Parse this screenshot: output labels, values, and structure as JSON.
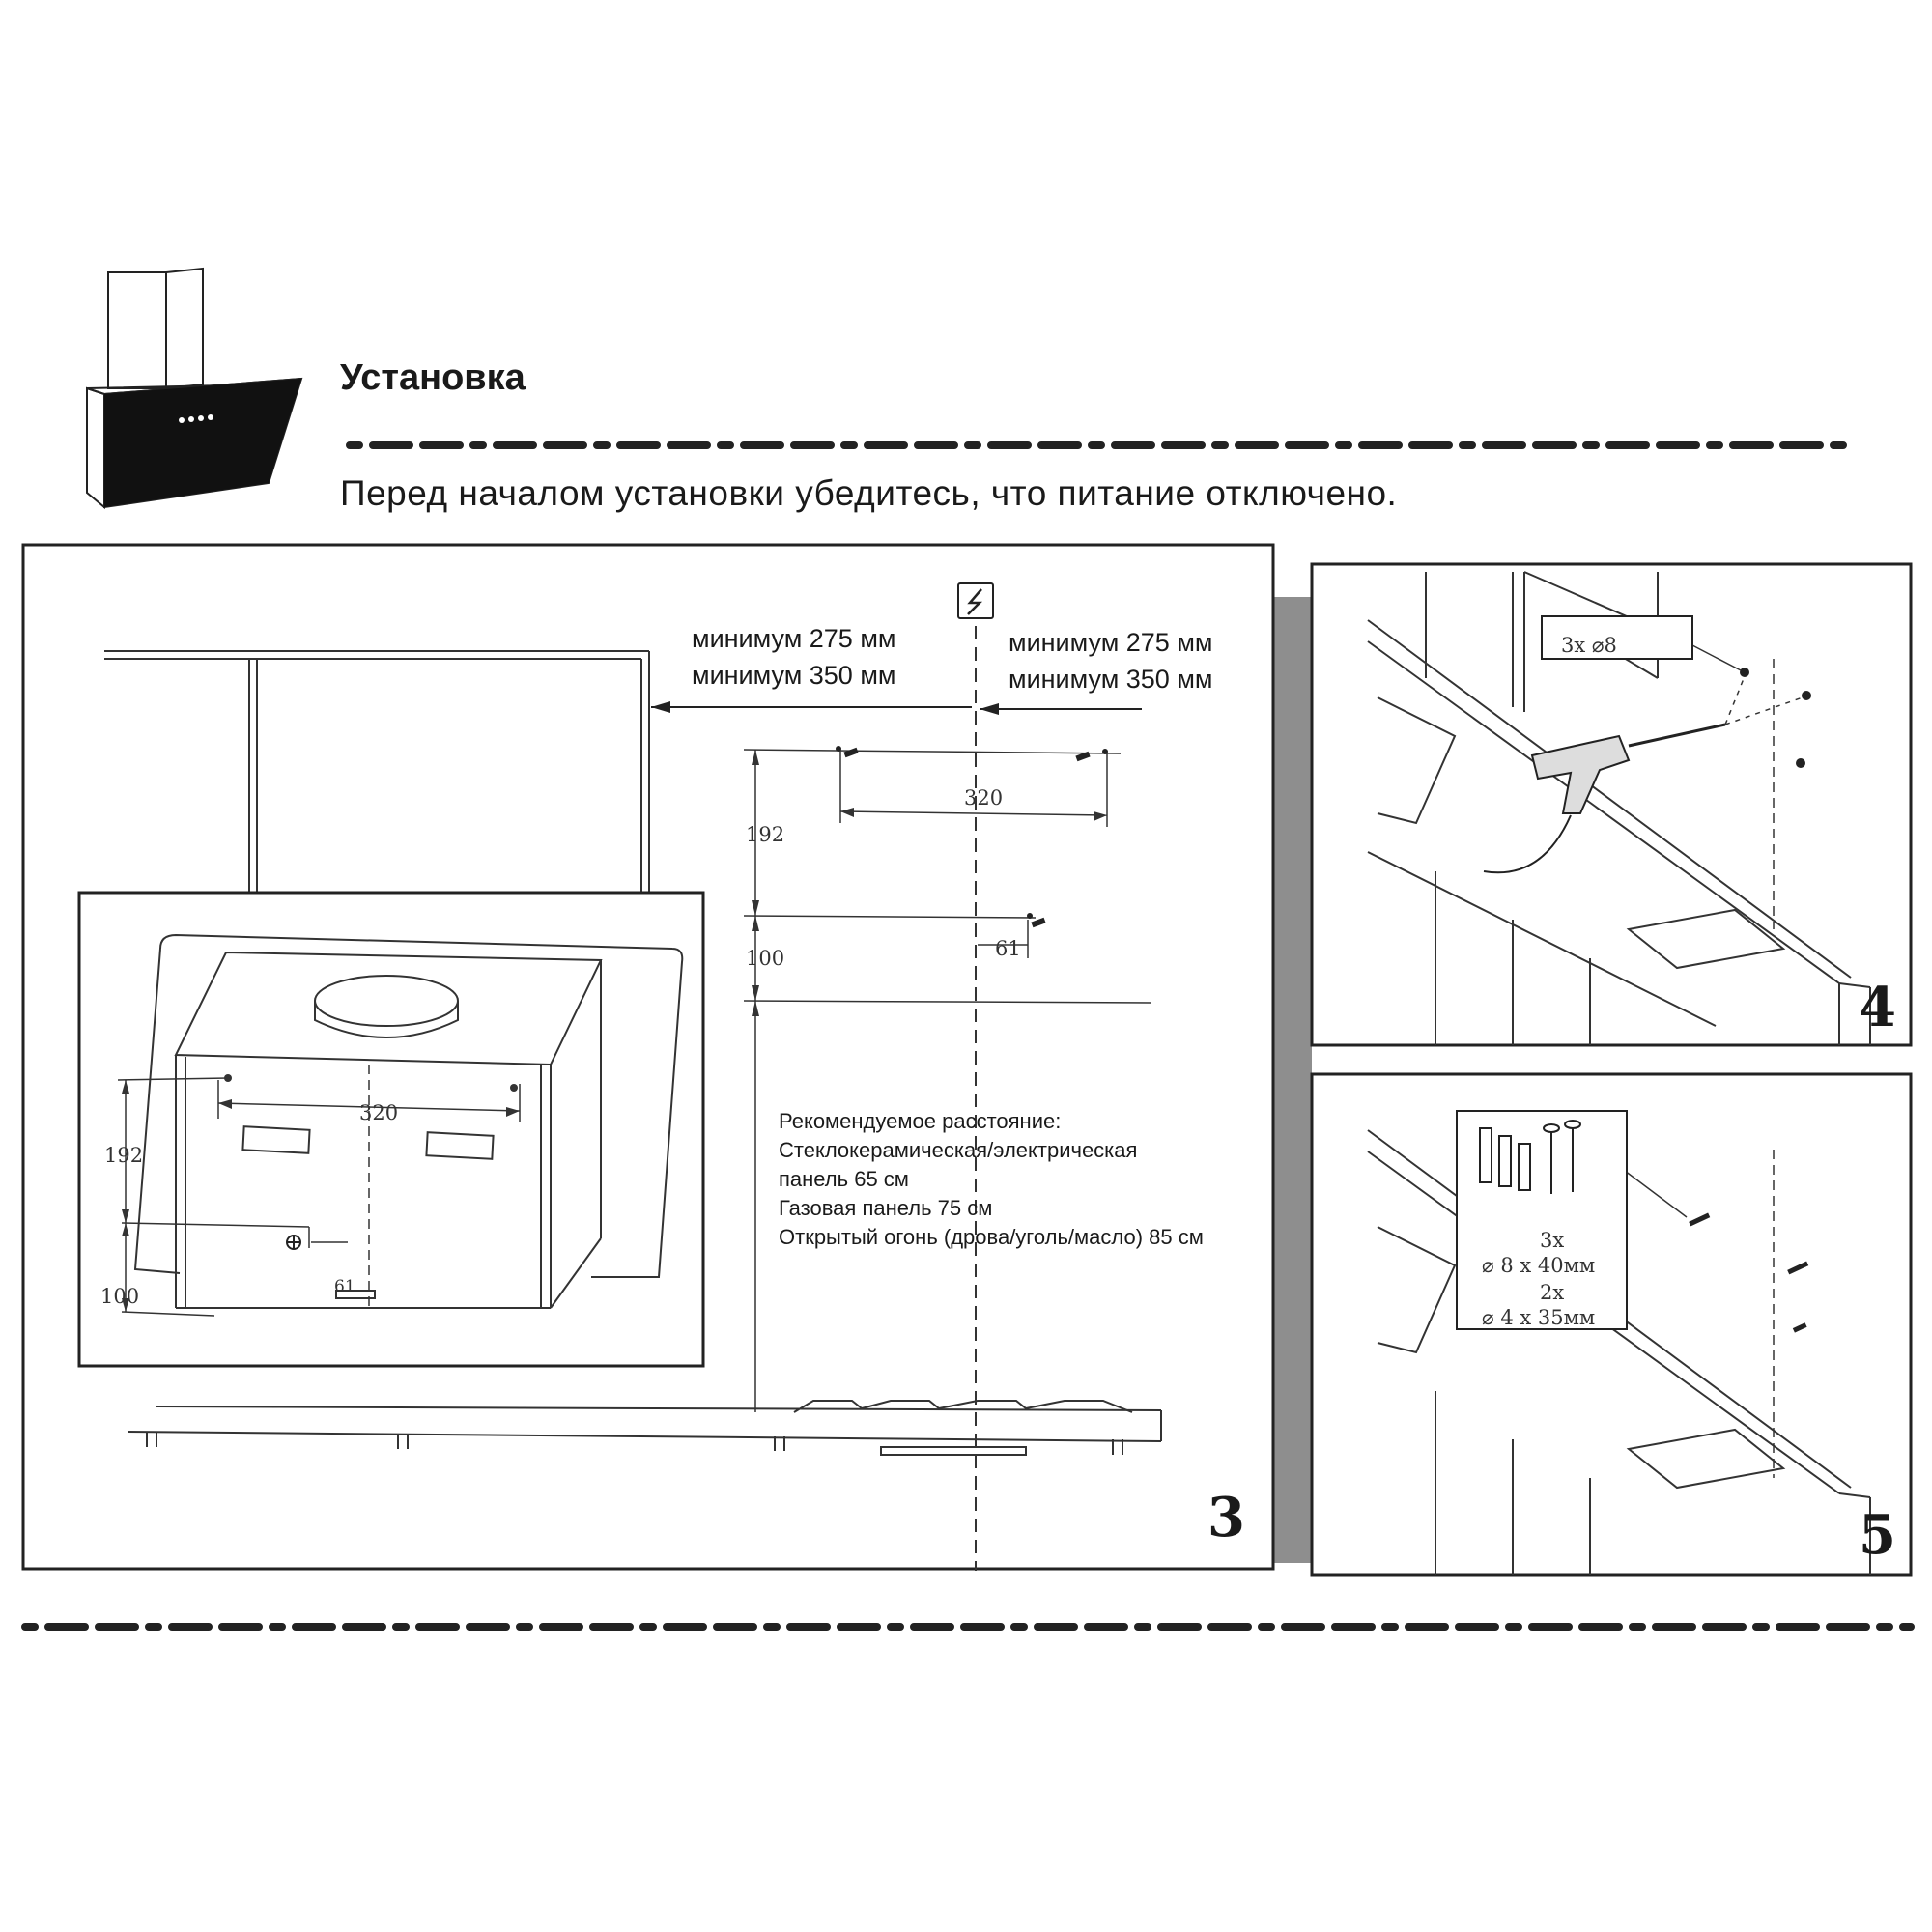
{
  "header": {
    "title": "Установка",
    "intro": "Перед началом установки убедитесь, что питание отключено."
  },
  "panel3": {
    "number": "3",
    "min_left": [
      "минимум 275 мм",
      "минимум 350 мм"
    ],
    "min_right": [
      "минимум 275 мм",
      "минимум 350 мм"
    ],
    "dims": {
      "width_top": "320",
      "height_top": "192",
      "height_lower": "100",
      "offset": "61",
      "inset_width": "320",
      "inset_height_top": "192",
      "inset_height_lower": "100",
      "inset_offset": "61"
    },
    "recommend": {
      "title": "Рекомендуемое расстояние:",
      "line1": "Стеклокерамическая/электрическая",
      "line2": "панель 65 см",
      "line3": "Газовая панель 75 см",
      "line4": "Открытый огонь (дрова/уголь/масло) 85 см"
    }
  },
  "panel4": {
    "number": "4",
    "drill_label": "3x ⌀8"
  },
  "panel5": {
    "number": "5",
    "qty1": "3x",
    "size1": "⌀ 8 x 40мм",
    "qty2": "2x",
    "size2": "⌀ 4 x 35мм"
  }
}
